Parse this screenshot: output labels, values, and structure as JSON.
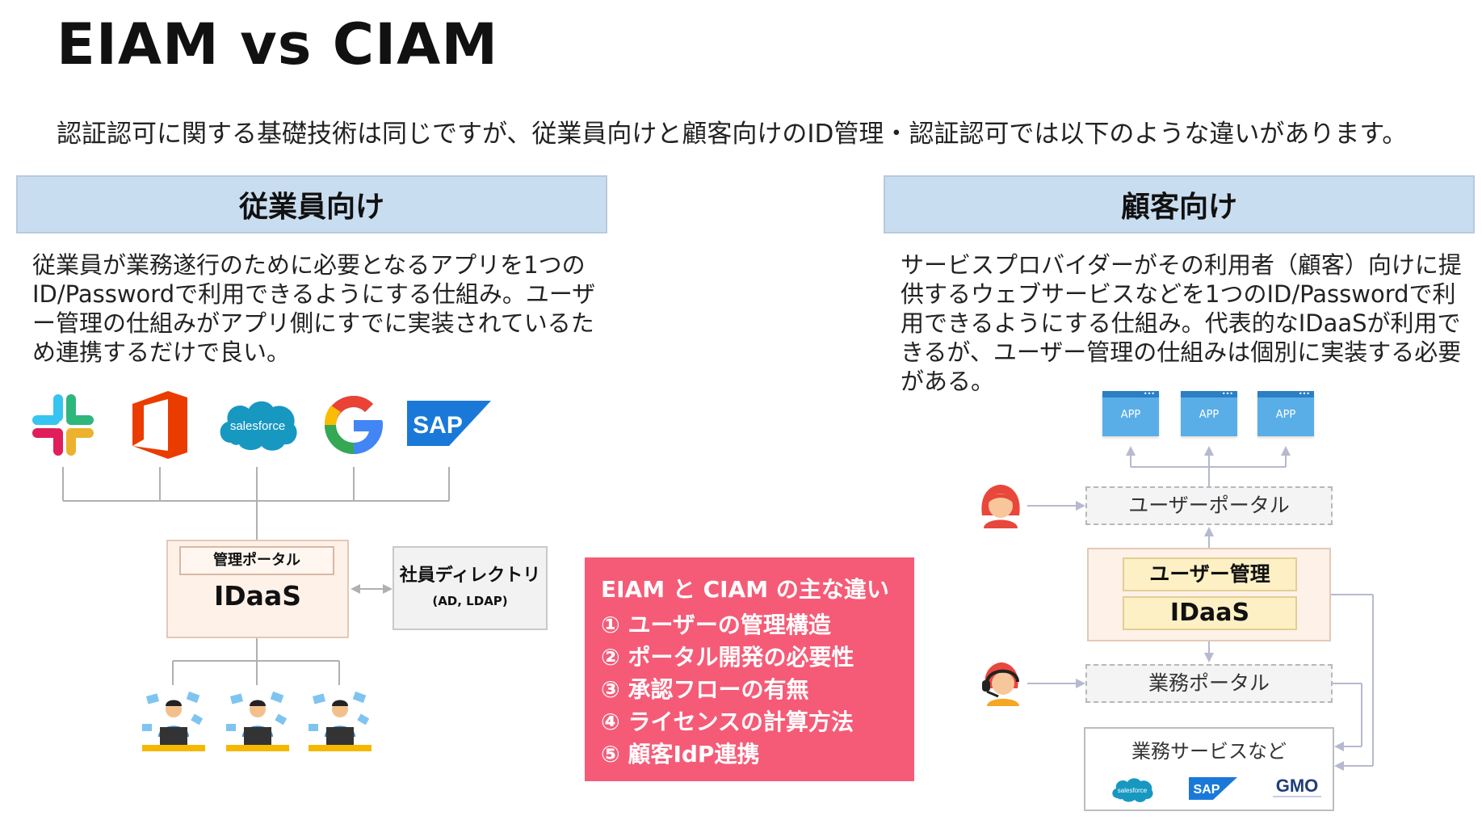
{
  "title": "EIAM vs CIAM",
  "subtitle": "認証認可に関する基礎技術は同じですが、従業員向けと顧客向けのID管理・認証認可では以下のような違いがあります。",
  "eiam": {
    "heading": "従業員向け",
    "description": "従業員が業務遂行のために必要となるアプリを1つのID/Passwordで利用できるようにする仕組み。ユーザー管理の仕組みがアプリ側にすでに実装されているため連携するだけで良い。",
    "logos": [
      "slack-icon",
      "office-icon",
      "salesforce-icon",
      "google-icon",
      "sap-icon"
    ],
    "salesforce_text": "salesforce",
    "sap_text": "SAP",
    "portal_label": "管理ポータル",
    "idaas_label": "IDaaS",
    "directory_label": "社員ディレクトリ",
    "directory_sub": "(AD, LDAP)"
  },
  "differences": {
    "title": "EIAM と CIAM の主な違い",
    "items": [
      "① ユーザーの管理構造",
      "② ポータル開発の必要性",
      "③ 承認フローの有無",
      "④ ライセンスの計算方法",
      "⑤ 顧客IdP連携"
    ]
  },
  "ciam": {
    "heading": "顧客向け",
    "description": "サービスプロバイダーがその利用者（顧客）向けに提供するウェブサービスなどを1つのID/Passwordで利用できるようにする仕組み。代表的なIDaaSが利用できるが、ユーザー管理の仕組みは個別に実装する必要がある。",
    "app_label": "APP",
    "user_portal": "ユーザーポータル",
    "user_mgmt": "ユーザー管理",
    "idaas_label": "IDaaS",
    "biz_portal": "業務ポータル",
    "biz_services": "業務サービスなど",
    "svc_salesforce": "salesforce",
    "svc_sap": "SAP",
    "svc_gmo": "GMO"
  },
  "colors": {
    "header_bg": "#c9ddf0",
    "diff_bg": "#f55b77",
    "idaas_bg": "#fdf1e8",
    "yellow": "#fdf0c4",
    "app_blue": "#5aaee8"
  }
}
